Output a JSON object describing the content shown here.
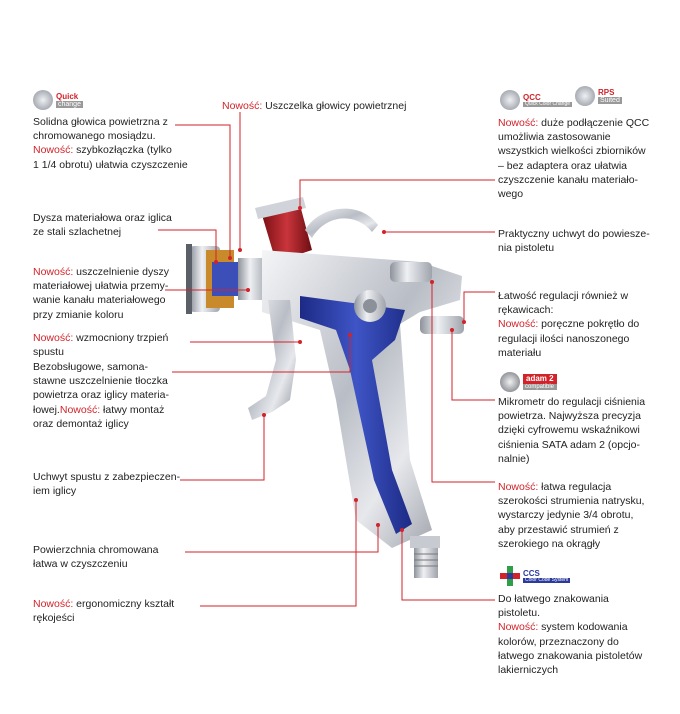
{
  "labels": {
    "nowosc": "Nowość:"
  },
  "badges": {
    "quick": {
      "line1": "Quick",
      "line2": "change"
    },
    "qcc": {
      "line1": "QCC",
      "line2": "Quick Color Change"
    },
    "rps": {
      "line1": "RPS",
      "line2": "Suited"
    },
    "adam": {
      "line1": "adam 2",
      "line2": "compatible"
    },
    "ccs": {
      "line1": "CCS",
      "line2": "Color Code System"
    }
  },
  "left": {
    "t1": {
      "text": "Solidna głowica powietrzna z\nchromowanego mosiądzu.",
      "new": " szybkozłączka (tylko\n1 1/4 obrotu) ułatwia czyszczenie"
    },
    "t2": {
      "text": "Dysza materiałowa oraz iglica\nze stali szlachetnej"
    },
    "t3": {
      "new": " uszczelnienie dyszy\nmateriałowej ułatwia przemy-\nwanie kanału materiałowego\nprzy zmianie koloru"
    },
    "t4": {
      "new": " wzmocniony trzpień\nspustu"
    },
    "t5": {
      "text": "Bezobsługowe, samona-\nstawne uszczelnienie tłoczka\npowietrza oraz iglicy materia-\nłowej.",
      "new": " łatwy montaż\noraz demontaż iglicy"
    },
    "t6": {
      "text": "Uchwyt spustu z zabezpieczen-\niem iglicy"
    },
    "t7": {
      "text": "Powierzchnia chromowana\nłatwa w czyszczeniu"
    },
    "t8": {
      "new": " ergonomiczny kształt\nrękojeści"
    }
  },
  "top": {
    "t1": {
      "new": " Uszczelka głowicy powietrznej"
    }
  },
  "right": {
    "t1": {
      "new": " duże podłączenie QCC\numożliwia zastosowanie\nwszystkich wielkości zbiorników\n– bez adaptera oraz ułatwia\nczyszczenie kanału materiało-\nwego"
    },
    "t2": {
      "text": "Praktyczny uchwyt do powiesze-\nnia pistoletu"
    },
    "t3": {
      "text": "Łatwość regulacji również w\nrękawicach:",
      "new": " poręczne pokrętło do\nregulacji ilości nanoszonego\nmateriału"
    },
    "t4": {
      "text": "Mikrometr do regulacji ciśnienia\npowietrza. Najwyższa precyzja\ndzięki cyfrowemu wskaźnikowi\nciśnienia SATA adam 2 (opcjo-\nnalnie)"
    },
    "t5": {
      "new": " łatwa regulacja\nszerokości strumienia natrysku,\nwystarczy jedynie 3/4 obrotu,\naby przestawić strumień z\nszerokiego na okrągły"
    },
    "t6": {
      "text": "Do łatwego znakowania\npistoletu.",
      "new": " system kodowania\nkolorów, przeznaczony do\nłatwego znakowania pistoletów\nlakierniczych"
    }
  },
  "colors": {
    "accent": "#d2232a",
    "blue": "#2a3a9e",
    "chrome": "#b8bcc4"
  }
}
